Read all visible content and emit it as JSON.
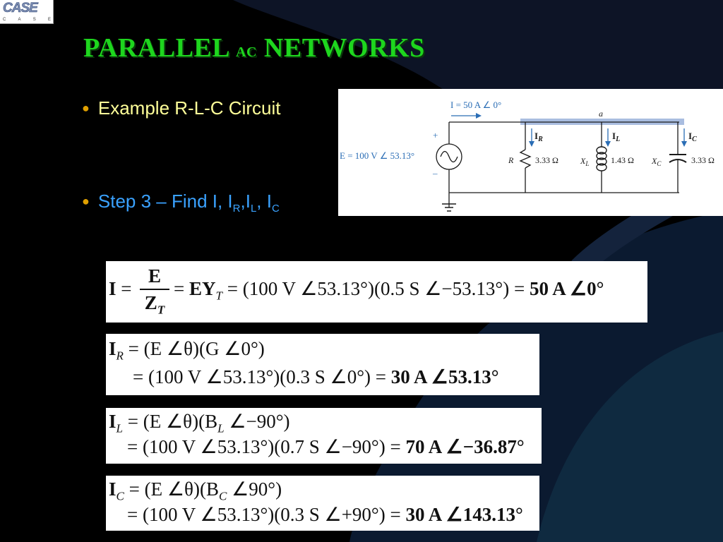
{
  "logo": {
    "main": "CASE",
    "letters": [
      "C",
      "A",
      "S",
      "E"
    ]
  },
  "title": {
    "part1": "PARALLEL ",
    "ac": "ac",
    "part2": " NETWORKS"
  },
  "bullets": {
    "b1": "Example R-L-C Circuit",
    "b2": {
      "prefix": "Step 3 – Find I, I",
      "r": "R",
      "l_pre": ",I",
      "l": "L",
      "c_pre": ", I",
      "c": "C"
    }
  },
  "circuit": {
    "current_label": "I  =  50 A ∠ 0°",
    "source_label": "E  =  100 V ∠ 53.13°",
    "node_label": "a",
    "plus": "+",
    "minus": "–",
    "branches": {
      "r": {
        "current": "I",
        "current_sub": "R",
        "name": "R",
        "value": "3.33 Ω"
      },
      "l": {
        "current": "I",
        "current_sub": "L",
        "name": "X",
        "name_sub": "L",
        "value": "1.43 Ω"
      },
      "c": {
        "current": "I",
        "current_sub": "C",
        "name": "X",
        "name_sub": "C",
        "value": "3.33 Ω"
      }
    },
    "colors": {
      "wire": "#1a1a1a",
      "accent": "#2a6db5",
      "highlight": "#a9bde0"
    }
  },
  "equations": {
    "eq1": {
      "lhs": "I",
      "num": "E",
      "den": "Z",
      "den_sub": "T",
      "mid": "EY",
      "mid_sub": "T",
      "expr": "(100 V ∠53.13°)(0.5 S ∠−53.13°)",
      "result": "50 A ∠0°"
    },
    "eq2": {
      "lhs": "I",
      "lhs_sub": "R",
      "line1": "(E ∠θ)(G ∠0°)",
      "line2": "(100 V ∠53.13°)(0.3 S ∠0°)",
      "result": "30 A ∠53.13°"
    },
    "eq3": {
      "lhs": "I",
      "lhs_sub": "L",
      "line1_a": "(E ∠θ)(B",
      "line1_sub": "L",
      "line1_b": " ∠−90°)",
      "line2": "(100 V ∠53.13°)(0.7 S ∠−90°)",
      "result": "70 A ∠−36.87°"
    },
    "eq4": {
      "lhs": "I",
      "lhs_sub": "C",
      "line1_a": "(E ∠θ)(B",
      "line1_sub": "C",
      "line1_b": " ∠90°)",
      "line2": "(100 V ∠53.13°)(0.3 S ∠+90°)",
      "result": "30 A ∠143.13°"
    }
  }
}
